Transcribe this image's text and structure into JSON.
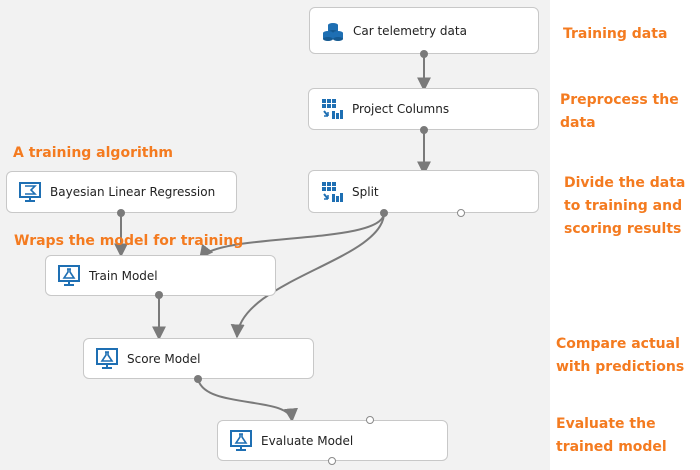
{
  "nodes": {
    "car_telemetry": {
      "label": "Car telemetry data",
      "icon": "dataset-icon"
    },
    "project_columns": {
      "label": "Project Columns",
      "icon": "transform-icon"
    },
    "split": {
      "label": "Split",
      "icon": "transform-icon"
    },
    "bayesian": {
      "label": "Bayesian Linear Regression",
      "icon": "model-icon"
    },
    "train_model": {
      "label": "Train Model",
      "icon": "flask-icon"
    },
    "score_model": {
      "label": "Score Model",
      "icon": "flask-icon"
    },
    "evaluate_model": {
      "label": "Evaluate Model",
      "icon": "flask-icon"
    }
  },
  "annotations": {
    "training_data": "Training data",
    "preprocess_1": "Preprocess the",
    "preprocess_2": "data",
    "training_algorithm": "A training algorithm",
    "divide_1": "Divide the data",
    "divide_2": "to training and",
    "divide_3": "scoring results",
    "wraps_model": "Wraps the model for training",
    "compare_1": "Compare actual",
    "compare_2": "with predictions",
    "evaluate_1": "Evaluate the",
    "evaluate_2": "trained model"
  },
  "colors": {
    "canvas_background": "#f2f2f2",
    "annotation": "#f47b20",
    "icon_blue": "#1e6fb3",
    "connector": "#7a7a7a"
  }
}
